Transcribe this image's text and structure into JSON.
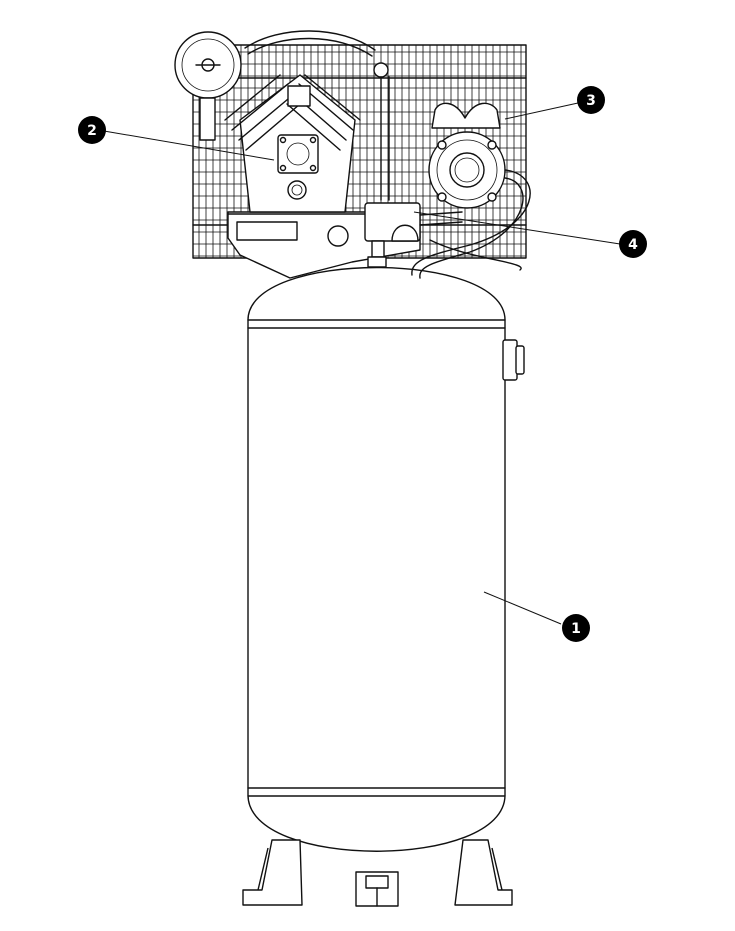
{
  "callouts": [
    {
      "id": "1",
      "label": "1"
    },
    {
      "id": "2",
      "label": "2"
    },
    {
      "id": "3",
      "label": "3"
    },
    {
      "id": "4",
      "label": "4"
    }
  ],
  "colors": {
    "line": "#111111",
    "callout_fill": "#000000",
    "callout_text": "#ffffff",
    "background": "#ffffff"
  }
}
